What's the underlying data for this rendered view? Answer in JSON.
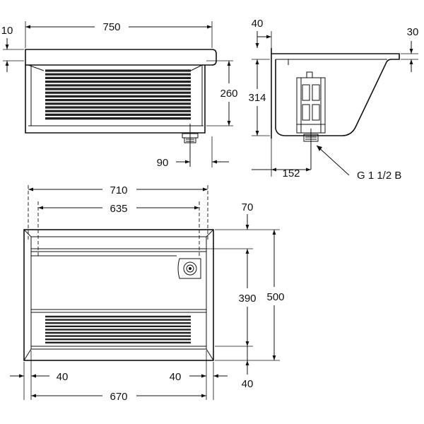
{
  "dimensions": {
    "front_width": "750",
    "rim_thickness": "10",
    "front_height": "260",
    "outlet_offset": "90",
    "side_top": "40",
    "side_lip": "30",
    "side_height": "314",
    "outlet_depth": "152",
    "outlet_thread": "G 1 1/2 B",
    "plan_outer": "710",
    "plan_inner": "635",
    "plan_top": "70",
    "plan_depth": "390",
    "plan_total": "500",
    "plan_bottom": "40",
    "plan_left_margin": "40",
    "plan_right_margin": "40",
    "plan_bottom_width": "670"
  }
}
